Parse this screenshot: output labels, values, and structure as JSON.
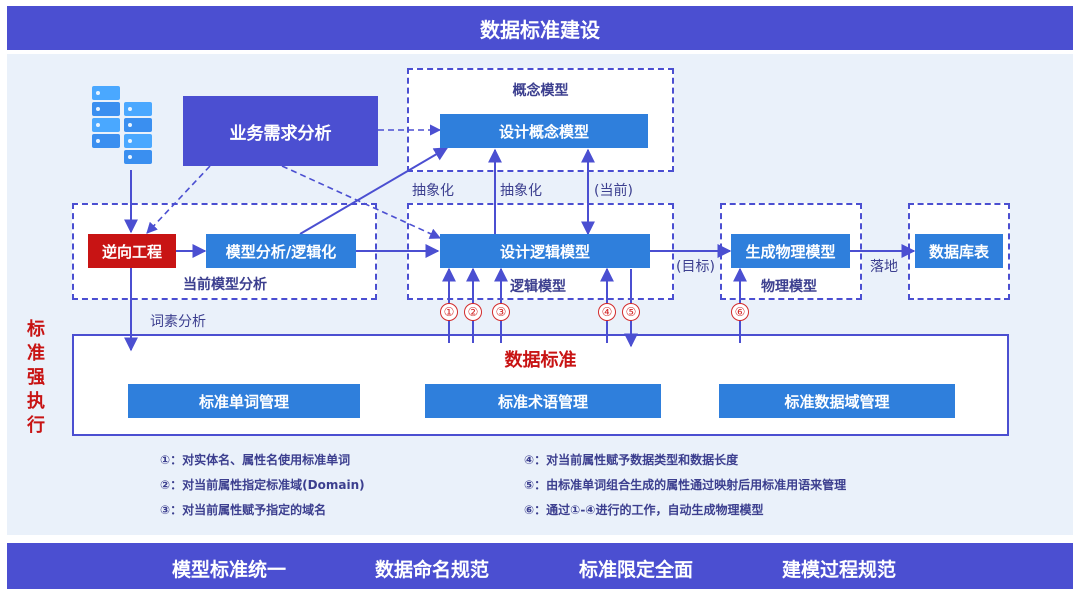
{
  "header": {
    "title": "数据标准建设"
  },
  "footer": {
    "items": [
      "模型标准统一",
      "数据命名规范",
      "标准限定全面",
      "建模过程规范"
    ]
  },
  "side_label": [
    "标",
    "准",
    "强",
    "执",
    "行"
  ],
  "nodes": {
    "business_analysis": "业务需求分析",
    "reverse_engineering": "逆向工程",
    "model_analysis": "模型分析/逻辑化",
    "design_concept": "设计概念模型",
    "design_logical": "设计逻辑模型",
    "gen_physical": "生成物理模型",
    "db_table": "数据库表"
  },
  "groups": {
    "concept": "概念模型",
    "logical": "逻辑模型",
    "current": "当前模型分析",
    "physical": "物理模型"
  },
  "edges": {
    "abstract_1": "抽象化",
    "abstract_2": "抽象化",
    "current": "(当前)",
    "target": "(目标)",
    "landing": "落地",
    "lexical": "词素分析"
  },
  "markers": [
    "①",
    "②",
    "③",
    "④",
    "⑤",
    "⑥"
  ],
  "standards": {
    "title": "数据标准",
    "items": [
      "标准单词管理",
      "标准术语管理",
      "标准数据域管理"
    ]
  },
  "notes": {
    "left": [
      "①：对实体名、属性名使用标准单词",
      "②：对当前属性指定标准域(Domain)",
      "③：对当前属性赋予指定的域名"
    ],
    "right": [
      "④：对当前属性赋予数据类型和数据长度",
      "⑤：由标准单词组合生成的属性通过映射后用标准用语来管理",
      "⑥：通过①-④进行的工作，自动生成物理模型"
    ]
  },
  "colors": {
    "banner": "#4b4fd1",
    "node": "#2f7fdc",
    "accent": "#c81414",
    "panel": "#eaf1fa"
  },
  "icons": {
    "server": "server-stack-icon"
  }
}
